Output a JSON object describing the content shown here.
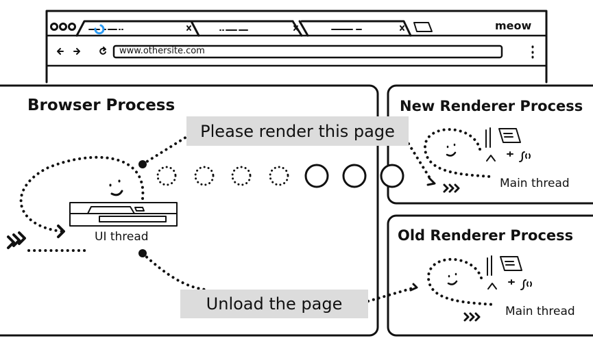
{
  "browser_window": {
    "brand_label": "meow",
    "url": "www.othersite.com",
    "tabs": [
      {
        "state": "loading"
      },
      {
        "state": "idle"
      },
      {
        "state": "idle"
      }
    ],
    "spinner_color": "#2b9af3"
  },
  "browser_process": {
    "title": "Browser Process",
    "thread_label": "UI thread"
  },
  "new_renderer": {
    "title": "New Renderer Process",
    "thread_label": "Main thread"
  },
  "old_renderer": {
    "title": "Old Renderer Process",
    "thread_label": "Main thread"
  },
  "messages": {
    "render": "Please render this page",
    "unload": "Unload the page"
  },
  "colors": {
    "message_bg": "#dcdcdc",
    "stroke": "#111111"
  }
}
